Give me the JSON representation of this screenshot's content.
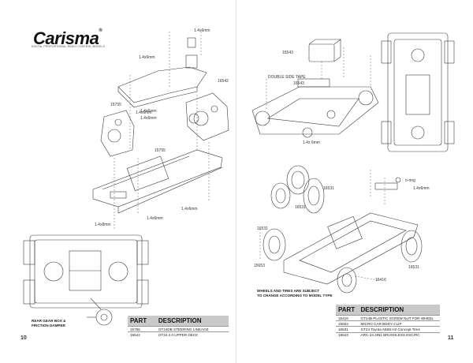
{
  "brand": {
    "name": "Carisma",
    "tagline": "DIGITAL PROPORTIONAL RADIO CONTROL MODELS",
    "registered": "®"
  },
  "left_page": {
    "page_number": "10",
    "callouts": [
      "1.4x6mm",
      "1.4x6mm",
      "1.4x6mm",
      "1.4x6mm",
      "1.4x6mm",
      "1.4x6mm",
      "1.4x8mm",
      "1.4x6mm",
      "15755",
      "15755",
      "16542"
    ],
    "detail_note": [
      "REAR GEAR BOX &",
      "FRICTION DAMPER"
    ],
    "parts_table": {
      "headers": [
        "PART",
        "DESCRIPTION"
      ],
      "rows": [
        {
          "part": "15755",
          "description": "GT24DB STEERING LINKAGE"
        },
        {
          "part": "16542",
          "description": "GT24 2.0 UPPER DECK"
        }
      ]
    }
  },
  "right_page": {
    "page_number": "11",
    "callouts": [
      "16543",
      "DOUBLE SIDE TAPE",
      "16543",
      "1.4x 6mm",
      "16531",
      "16531",
      "16531",
      "o-ring",
      "1.4x6mm",
      "15653",
      "16531",
      "15416"
    ],
    "wheels_note": [
      "WHEELS AND TIRES ARE SUBJECT",
      "TO CHANGE ACCORDING TO MODEL TYPE"
    ],
    "parts_table": {
      "headers": [
        "PART",
        "DESCRIPTION"
      ],
      "rows": [
        {
          "part": "15416",
          "description": "GT24B PLASTIC SCREW NUT FOR WHEEL"
        },
        {
          "part": "15653",
          "description": "MICRO CAR BODY CLIP"
        },
        {
          "part": "16531",
          "description": "GT24 Toyota AE86 H2 Concept Tires"
        },
        {
          "part": "16543",
          "description": "ARC-24 2IN1 BRUSHLESS ESC/RC"
        }
      ]
    }
  },
  "colors": {
    "line": "#3a3a3a",
    "table_header": "#c9c9c9",
    "background": "#ffffff"
  }
}
